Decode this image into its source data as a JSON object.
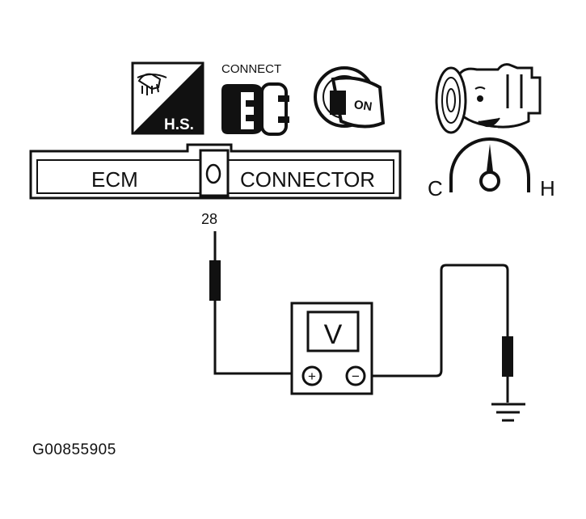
{
  "icons": {
    "hs": {
      "label": "H.S.",
      "icon": "hood-and-hand-icon"
    },
    "connect": {
      "label": "CONNECT",
      "icon": "connector-plug-icon"
    },
    "ignition": {
      "label": "ON",
      "icon": "ignition-key-icon"
    },
    "engine_temp": {
      "icon": "warm-engine-icon",
      "gauge_cold": "C",
      "gauge_hot": "H"
    }
  },
  "ecm": {
    "left_label": "ECM",
    "right_label": "CONNECTOR"
  },
  "terminal": {
    "number": "28"
  },
  "meter": {
    "display": "V",
    "positive": "+",
    "negative": "−"
  },
  "ground_icon": "ground-symbol-icon",
  "caption": "G00855905",
  "colors": {
    "ink": "#111111",
    "background": "#ffffff"
  }
}
